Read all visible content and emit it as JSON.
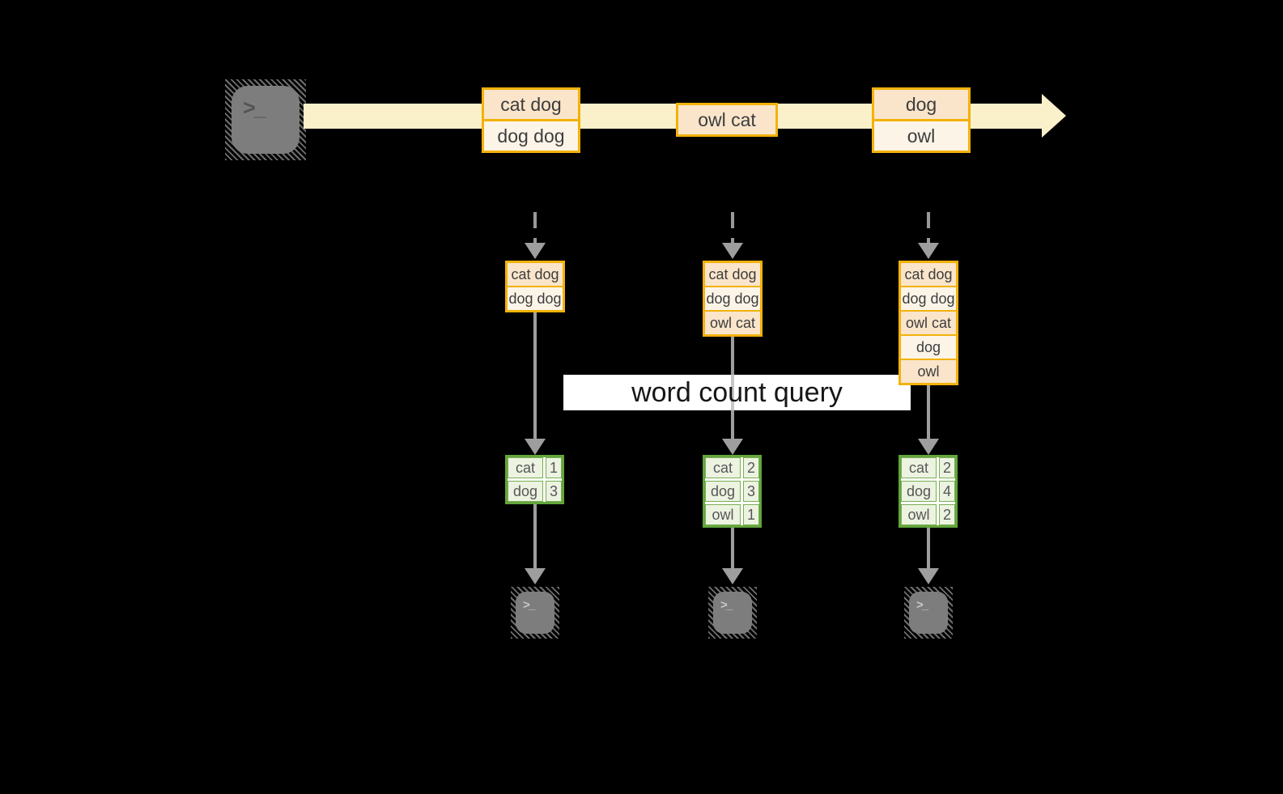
{
  "banner": {
    "label": "word count query"
  },
  "terminal": {
    "prompt": ">_"
  },
  "stream": {
    "batches": [
      {
        "lines": [
          "cat dog",
          "dog dog"
        ]
      },
      {
        "lines": [
          "owl cat"
        ]
      },
      {
        "lines": [
          "dog",
          "owl"
        ]
      }
    ]
  },
  "columns": [
    {
      "buffer_lines": [
        "cat dog",
        "dog dog"
      ],
      "counts": [
        {
          "word": "cat",
          "count": "1"
        },
        {
          "word": "dog",
          "count": "3"
        }
      ]
    },
    {
      "buffer_lines": [
        "cat dog",
        "dog dog",
        "owl cat"
      ],
      "counts": [
        {
          "word": "cat",
          "count": "2"
        },
        {
          "word": "dog",
          "count": "3"
        },
        {
          "word": "owl",
          "count": "1"
        }
      ]
    },
    {
      "buffer_lines": [
        "cat dog",
        "dog dog",
        "owl cat",
        "dog",
        "owl"
      ],
      "counts": [
        {
          "word": "cat",
          "count": "2"
        },
        {
          "word": "dog",
          "count": "4"
        },
        {
          "word": "owl",
          "count": "2"
        }
      ]
    }
  ],
  "colors": {
    "background": "#000000",
    "accent_gold": "#f2b20a",
    "box_fill_dark": "#fae5cb",
    "box_fill_light": "#fdf4e8",
    "stream_band": "#faf0c9",
    "green_border": "#63a53c",
    "green_fill": "#ecf3e1",
    "arrow_gray": "#9e9e9e",
    "terminal_gray": "#7d7d7d",
    "banner_bg": "#ffffff"
  }
}
